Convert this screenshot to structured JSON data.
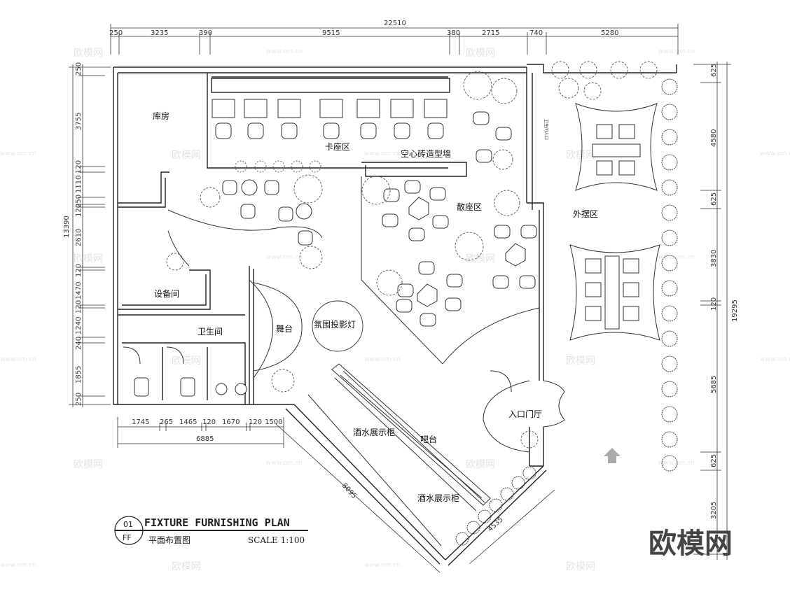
{
  "dimensions": {
    "top_total": "22510",
    "top_segments": [
      "250",
      "3235",
      "390",
      "9515",
      "380",
      "2715",
      "740",
      "5280"
    ],
    "left_total": "13390",
    "left_segments": [
      "250",
      "3755",
      "120",
      "1110",
      "250",
      "120",
      "2610",
      "120",
      "1470",
      "120",
      "1240",
      "240",
      "1855",
      "250"
    ],
    "right_total": "19295",
    "right_segments": [
      "625",
      "4580",
      "625",
      "3830",
      "120",
      "5685",
      "625",
      "3205"
    ],
    "bottom_segments": [
      "1745",
      "265",
      "1465",
      "120",
      "1670",
      "120",
      "1500"
    ],
    "bottom_total": "6885",
    "diagonal_a": "8095",
    "diagonal_b": "4535"
  },
  "rooms": {
    "storage": "库房",
    "booth_area": "卡座区",
    "hollow_brick_wall": "空心砖造型墙",
    "lounge_area": "散座区",
    "outdoor_area": "外摆区",
    "equipment_room": "设备间",
    "restroom": "卫生间",
    "stage": "舞台",
    "ambient_projector": "氛围投影灯",
    "entrance_hall": "入口门厅",
    "wine_cabinet_1": "酒水展示柜",
    "bar_counter": "吧台",
    "wine_cabinet_2": "酒水展示柜",
    "side_label": "卫生间入口"
  },
  "title_block": {
    "number": "01",
    "code": "FF",
    "title": "FIXTURE FURNISHING PLAN",
    "subtitle": "平面布置图",
    "scale": "SCALE 1:100"
  },
  "watermark": {
    "brand": "欧模网",
    "url": "www.om.cn"
  },
  "colors": {
    "line": "#333333",
    "wall": "#222222",
    "plant": "#555555",
    "arrow": "#aaaaaa",
    "watermark": "#e3e3e3"
  }
}
